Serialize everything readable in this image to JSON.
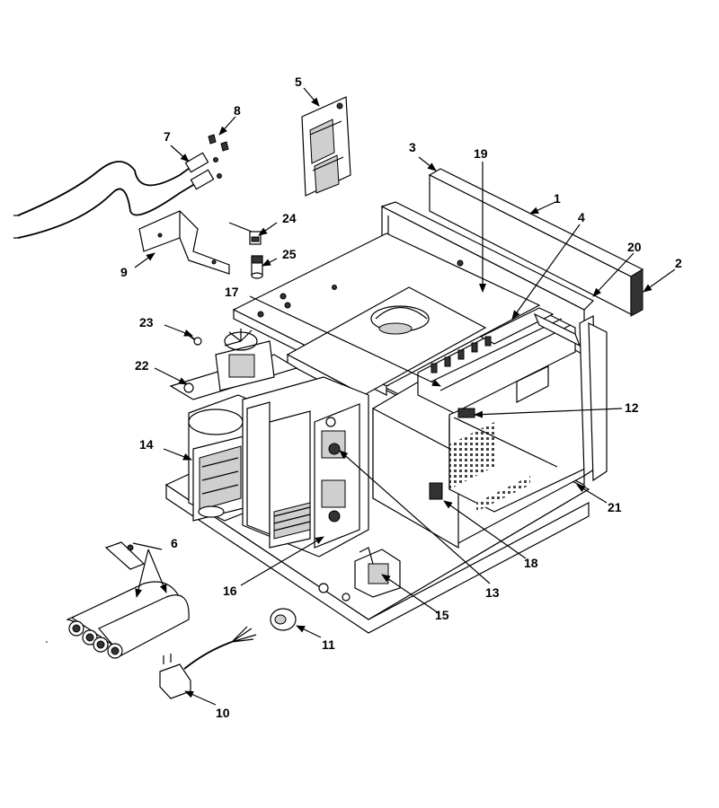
{
  "callouts": [
    {
      "id": "1",
      "label": "1"
    },
    {
      "id": "2",
      "label": "2"
    },
    {
      "id": "3",
      "label": "3"
    },
    {
      "id": "4",
      "label": "4"
    },
    {
      "id": "5",
      "label": "5"
    },
    {
      "id": "6",
      "label": "6"
    },
    {
      "id": "7",
      "label": "7"
    },
    {
      "id": "8",
      "label": "8"
    },
    {
      "id": "9",
      "label": "9"
    },
    {
      "id": "10",
      "label": "10"
    },
    {
      "id": "11",
      "label": "11"
    },
    {
      "id": "12",
      "label": "12"
    },
    {
      "id": "13",
      "label": "13"
    },
    {
      "id": "14",
      "label": "14"
    },
    {
      "id": "15",
      "label": "15"
    },
    {
      "id": "16",
      "label": "16"
    },
    {
      "id": "17",
      "label": "17"
    },
    {
      "id": "18",
      "label": "18"
    },
    {
      "id": "19",
      "label": "19"
    },
    {
      "id": "20",
      "label": "20"
    },
    {
      "id": "21",
      "label": "21"
    },
    {
      "id": "22",
      "label": "22"
    },
    {
      "id": "23",
      "label": "23"
    },
    {
      "id": "24",
      "label": "24"
    },
    {
      "id": "25",
      "label": "25"
    }
  ],
  "colors": {
    "ink": "#000000",
    "paper": "#ffffff",
    "shade": "#cfcfcf"
  }
}
